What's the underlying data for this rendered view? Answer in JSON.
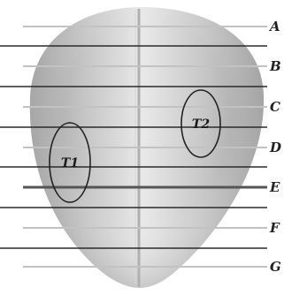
{
  "zones": [
    {
      "label": "A"
    },
    {
      "label": "B"
    },
    {
      "label": "C"
    },
    {
      "label": "D"
    },
    {
      "label": "E"
    },
    {
      "label": "F"
    },
    {
      "label": "G"
    }
  ],
  "regions": [
    {
      "label": "T1"
    },
    {
      "label": "T2"
    }
  ],
  "colors": {
    "background": "#ffffff",
    "organ_light": "#e6e6e6",
    "organ_dark": "#a4a4a4",
    "dark_line": "#2a2a2a",
    "light_line": "#c2c2c2",
    "outline": "#222222"
  }
}
